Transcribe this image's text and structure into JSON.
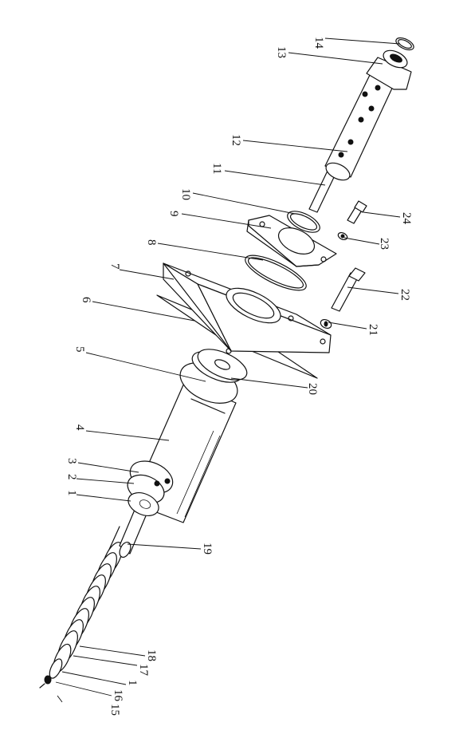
{
  "labels": {
    "l1a": "1",
    "l2": "2",
    "l3": "3",
    "l4": "4",
    "l5": "5",
    "l6": "6",
    "l7": "7",
    "l8": "8",
    "l9": "9",
    "l10": "10",
    "l11": "11",
    "l12": "12",
    "l13": "13",
    "l14": "14",
    "l15": "15",
    "l16": "16",
    "l1b": "1",
    "l17": "17",
    "l18": "18",
    "l19": "19",
    "l20": "20",
    "l21": "21",
    "l22": "22",
    "l23": "23",
    "l24": "24"
  }
}
